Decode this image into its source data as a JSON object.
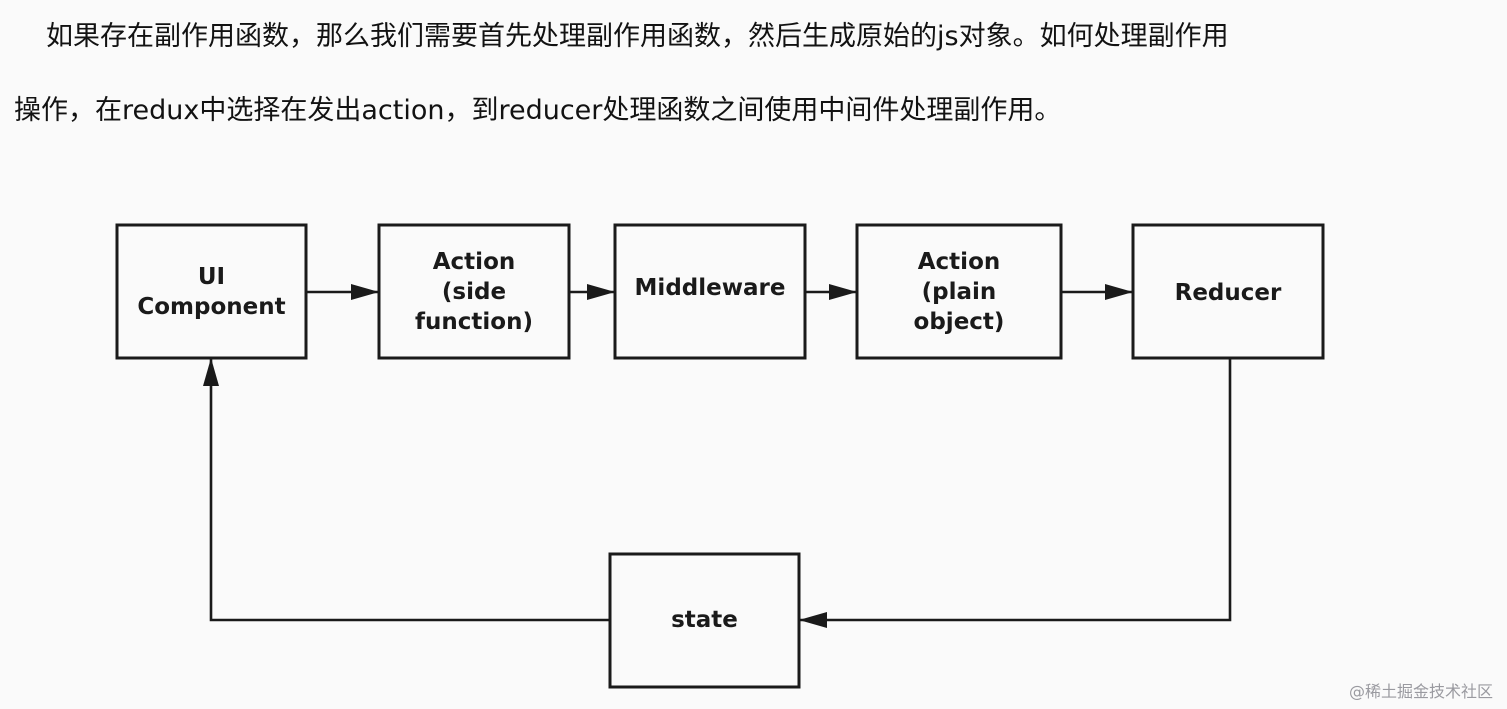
{
  "paragraph": {
    "line1": "如果存在副作用函数，那么我们需要首先处理副作用函数，然后生成原始的js对象。如何处理副作用",
    "line2": "操作，在redux中选择在发出action，到reducer处理函数之间使用中间件处理副作用。"
  },
  "diagram": {
    "nodes": [
      {
        "id": "ui-component",
        "lines": [
          "UI",
          "Component"
        ]
      },
      {
        "id": "action-side-function",
        "lines": [
          "Action",
          "(side",
          "function)"
        ]
      },
      {
        "id": "middleware",
        "lines": [
          "Middleware"
        ]
      },
      {
        "id": "action-plain-object",
        "lines": [
          "Action",
          "(plain",
          "object)"
        ]
      },
      {
        "id": "reducer",
        "lines": [
          "Reducer"
        ]
      },
      {
        "id": "state",
        "lines": [
          "state"
        ]
      }
    ],
    "edges": [
      {
        "from": "ui-component",
        "to": "action-side-function"
      },
      {
        "from": "action-side-function",
        "to": "middleware"
      },
      {
        "from": "middleware",
        "to": "action-plain-object"
      },
      {
        "from": "action-plain-object",
        "to": "reducer"
      },
      {
        "from": "reducer",
        "to": "state"
      },
      {
        "from": "state",
        "to": "ui-component"
      }
    ]
  },
  "watermark": "@稀土掘金技术社区"
}
